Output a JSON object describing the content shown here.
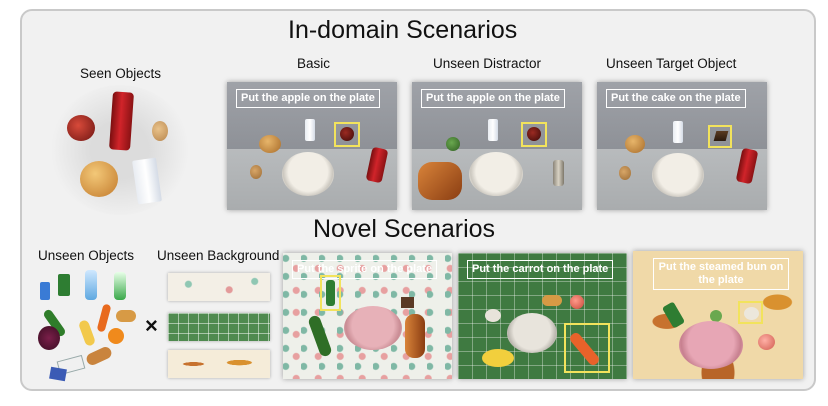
{
  "sections": {
    "in_domain": "In-domain Scenarios",
    "novel": "Novel Scenarios"
  },
  "labels": {
    "seen_objects": "Seen Objects",
    "basic": "Basic",
    "unseen_distractor": "Unseen Distractor",
    "unseen_target": "Unseen Target Object",
    "unseen_objects": "Unseen Objects",
    "unseen_background": "Unseen Background",
    "times": "×"
  },
  "instructions": {
    "basic": "Put the apple on the plate",
    "distractor": "Put the apple on the plate",
    "target": "Put the cake on the plate",
    "sprite": "Put the sprite on the plate",
    "carrot": "Put the carrot on the plate",
    "bun": "Put the steamed bun on the plate"
  },
  "colors": {
    "highlight_box": "#f2e35c",
    "panel_bg": "#f1f1f1",
    "panel_border": "#c9c9c9"
  }
}
